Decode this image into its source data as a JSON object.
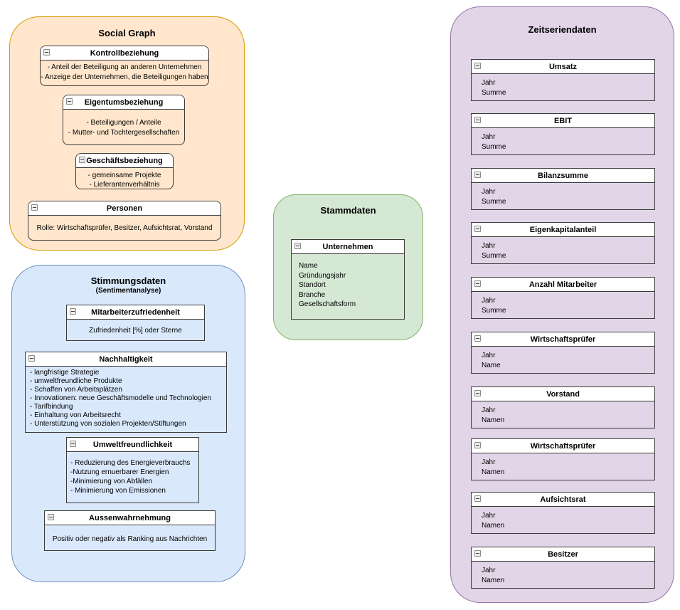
{
  "containers": {
    "social_graph": {
      "title": "Social Graph",
      "fill": "#ffe6cc",
      "stroke": "#d79b00",
      "nodes": [
        {
          "title": "Kontrollbeziehung",
          "body": "- Anteil der Beteiligung an anderen Unternehmen\n- Anzeige der Unternehmen, die Beteiligungen haben"
        },
        {
          "title": "Eigentumsbeziehung",
          "body": "- Beteiligungen / Anteile\n- Mutter- und Tochtergesellschaften"
        },
        {
          "title": "Geschäftsbeziehung",
          "body": "- gemeinsame Projekte\n- Lieferantenverhältnis"
        },
        {
          "title": "Personen",
          "body": "Rolle: Wirtschaftsprüfer, Besitzer, Aufsichtsrat, Vorstand"
        }
      ]
    },
    "stimmungsdaten": {
      "title": "Stimmungsdaten",
      "subtitle": "(Sentimentanalyse)",
      "fill": "#dae8fc",
      "stroke": "#6c8ebf",
      "nodes": [
        {
          "title": "Mitarbeiterzufriedenheit",
          "body": "Zufriedenheit [%] oder Sterne"
        },
        {
          "title": "Nachhaltigkeit",
          "body": "- langfristige Strategie\n- umweltfreundliche Produkte\n- Schaffen von Arbeitsplätzen\n- Innovationen: neue Geschäftsmodelle und Technologien\n- Tarifbindung\n- Einhaltung von Arbeitsrecht\n- Unterstützung von sozialen Projekten/Stiftungen"
        },
        {
          "title": "Umweltfreundlichkeit",
          "body": "- Reduzierung des Energieverbrauchs\n-Nutzung ernuerbarer Energien\n-Minimierung von Abfällen\n- Minimierung von Emissionen"
        },
        {
          "title": "Aussenwahrnehmung",
          "body": "Positiv oder negativ als Ranking aus Nachrichten"
        }
      ]
    },
    "stammdaten": {
      "title": "Stammdaten",
      "fill": "#d5e8d4",
      "stroke": "#82b366",
      "nodes": [
        {
          "title": "Unternehmen",
          "body": "Name\nGründungsjahr\nStandort\nBranche\nGesellschaftsform"
        }
      ]
    },
    "zeitseriendaten": {
      "title": "Zeitseriendaten",
      "fill": "#e1d5e7",
      "stroke": "#9673a6",
      "nodes": [
        {
          "title": "Umsatz",
          "body": "Jahr\nSumme"
        },
        {
          "title": "EBIT",
          "body": "Jahr\nSumme"
        },
        {
          "title": "Bilanzsumme",
          "body": "Jahr\nSumme"
        },
        {
          "title": "Eigenkapitalanteil",
          "body": "Jahr\nSumme"
        },
        {
          "title": "Anzahl Mitarbeiter",
          "body": "Jahr\nSumme"
        },
        {
          "title": "Wirtschaftsprüfer",
          "body": "Jahr\nName"
        },
        {
          "title": "Vorstand",
          "body": "Jahr\nNamen"
        },
        {
          "title": "Wirtschaftsprüfer",
          "body": "Jahr\nNamen"
        },
        {
          "title": "Aufsichtsrat",
          "body": "Jahr\nNamen"
        },
        {
          "title": "Besitzer",
          "body": "Jahr\nNamen"
        }
      ]
    }
  },
  "icons": {
    "collapse": "minus-in-square"
  }
}
